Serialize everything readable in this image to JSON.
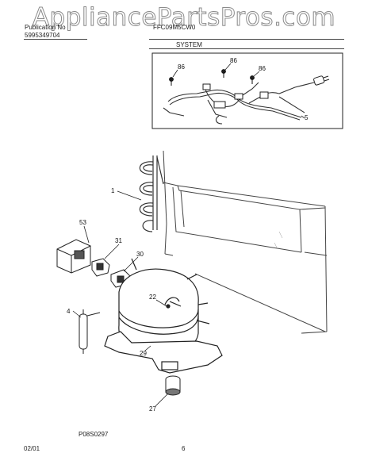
{
  "watermark": "AppliancePartsPros.com",
  "header": {
    "left_line1": "Publication No",
    "left_line2": "5995349704",
    "center_line1": "FFC09M5CW0",
    "section_title": "SYSTEM"
  },
  "callouts": {
    "p86a": "86",
    "p86b": "86",
    "p86c": "86",
    "p5": "5",
    "p1": "1",
    "p53": "53",
    "p31": "31",
    "p30": "30",
    "p22": "22",
    "p4": "4",
    "p29": "29",
    "p27": "27"
  },
  "figure_code": "P08S0297",
  "footer": {
    "date": "02/01",
    "page": "6"
  }
}
